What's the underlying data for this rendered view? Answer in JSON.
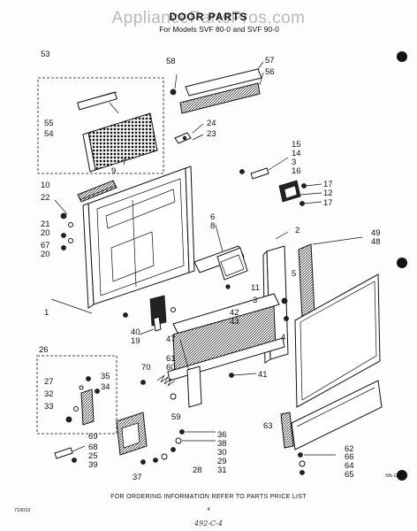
{
  "header": {
    "watermark": "AppliancePartsPros.com",
    "title": "DOOR PARTS",
    "subtitle": "For Models SVF 80-0 and SVF 90-0"
  },
  "footer": {
    "note": "FOR ORDERING INFORMATION REFER TO PARTS PRICE LIST",
    "code_left": "710010",
    "page_number": "4",
    "handwritten": "492-C-4",
    "drawing_id": "SN-1E714"
  },
  "callouts": [
    {
      "id": "c53",
      "label": "53"
    },
    {
      "id": "c55",
      "label": "55"
    },
    {
      "id": "c54",
      "label": "54"
    },
    {
      "id": "c58",
      "label": "58"
    },
    {
      "id": "c57",
      "label": "57"
    },
    {
      "id": "c56",
      "label": "56"
    },
    {
      "id": "c24",
      "label": "24"
    },
    {
      "id": "c23",
      "label": "23"
    },
    {
      "id": "c15",
      "label": "15"
    },
    {
      "id": "c14",
      "label": "14"
    },
    {
      "id": "c3a",
      "label": "3"
    },
    {
      "id": "c16",
      "label": "16"
    },
    {
      "id": "c7",
      "label": "7"
    },
    {
      "id": "c9",
      "label": "9"
    },
    {
      "id": "c10",
      "label": "10"
    },
    {
      "id": "c22",
      "label": "22"
    },
    {
      "id": "c17a",
      "label": "17"
    },
    {
      "id": "c12",
      "label": "12"
    },
    {
      "id": "c17b",
      "label": "17"
    },
    {
      "id": "c21",
      "label": "21"
    },
    {
      "id": "c20a",
      "label": "20"
    },
    {
      "id": "c67",
      "label": "67"
    },
    {
      "id": "c20b",
      "label": "20"
    },
    {
      "id": "c6",
      "label": "6"
    },
    {
      "id": "c8",
      "label": "8"
    },
    {
      "id": "c2",
      "label": "2"
    },
    {
      "id": "c49",
      "label": "49"
    },
    {
      "id": "c48",
      "label": "48"
    },
    {
      "id": "c11",
      "label": "11"
    },
    {
      "id": "c5",
      "label": "5"
    },
    {
      "id": "c3b",
      "label": "3"
    },
    {
      "id": "c1",
      "label": "1"
    },
    {
      "id": "c42",
      "label": "42"
    },
    {
      "id": "c43",
      "label": "43"
    },
    {
      "id": "c40",
      "label": "40"
    },
    {
      "id": "c19",
      "label": "19"
    },
    {
      "id": "c47",
      "label": "47"
    },
    {
      "id": "c4",
      "label": "4"
    },
    {
      "id": "c26",
      "label": "26"
    },
    {
      "id": "c61",
      "label": "61"
    },
    {
      "id": "c60",
      "label": "60"
    },
    {
      "id": "c70",
      "label": "70"
    },
    {
      "id": "c41",
      "label": "41"
    },
    {
      "id": "c27",
      "label": "27"
    },
    {
      "id": "c35",
      "label": "35"
    },
    {
      "id": "c34",
      "label": "34"
    },
    {
      "id": "c32",
      "label": "32"
    },
    {
      "id": "c33",
      "label": "33"
    },
    {
      "id": "c59",
      "label": "59"
    },
    {
      "id": "c63",
      "label": "63"
    },
    {
      "id": "c36",
      "label": "36"
    },
    {
      "id": "c38",
      "label": "38"
    },
    {
      "id": "c30",
      "label": "30"
    },
    {
      "id": "c29",
      "label": "29"
    },
    {
      "id": "c31",
      "label": "31"
    },
    {
      "id": "c28",
      "label": "28"
    },
    {
      "id": "c69",
      "label": "69"
    },
    {
      "id": "c68",
      "label": "68"
    },
    {
      "id": "c25",
      "label": "25"
    },
    {
      "id": "c39",
      "label": "39"
    },
    {
      "id": "c37",
      "label": "37"
    },
    {
      "id": "c62",
      "label": "62"
    },
    {
      "id": "c66",
      "label": "66"
    },
    {
      "id": "c64",
      "label": "64"
    },
    {
      "id": "c65",
      "label": "65"
    }
  ]
}
